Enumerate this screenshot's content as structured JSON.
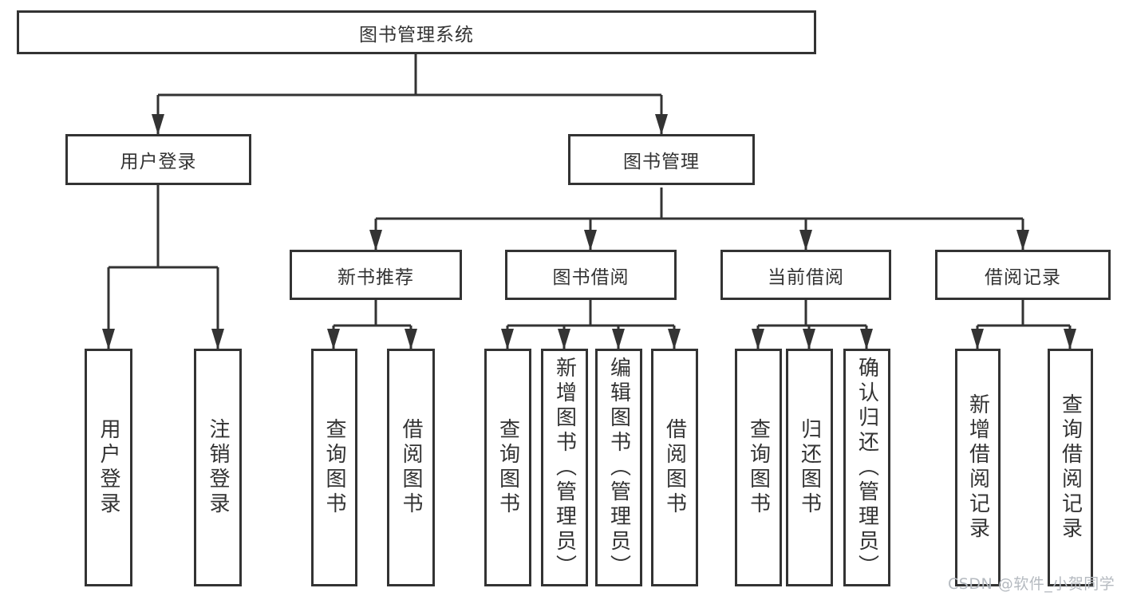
{
  "colors": {
    "line": "#333333",
    "box_border": "#333333",
    "box_background": "#ffffff",
    "text": "#333333",
    "watermark_text": "#b5bac0"
  },
  "diagram": {
    "type": "hierarchy-tree",
    "root": {
      "label": "图书管理系统",
      "children": [
        {
          "label": "用户登录",
          "children": [
            {
              "label": "用户登录"
            },
            {
              "label": "注销登录"
            }
          ]
        },
        {
          "label": "图书管理",
          "children": [
            {
              "label": "新书推荐",
              "children": [
                {
                  "label": "查询图书"
                },
                {
                  "label": "借阅图书"
                }
              ]
            },
            {
              "label": "图书借阅",
              "children": [
                {
                  "label": "查询图书"
                },
                {
                  "label": "新增图书（管理员）"
                },
                {
                  "label": "编辑图书（管理员）"
                },
                {
                  "label": "借阅图书"
                }
              ]
            },
            {
              "label": "当前借阅",
              "children": [
                {
                  "label": "查询图书"
                },
                {
                  "label": "归还图书"
                },
                {
                  "label": "确认归还（管理员）"
                }
              ]
            },
            {
              "label": "借阅记录",
              "children": [
                {
                  "label": "新增借阅记录"
                },
                {
                  "label": "查询借阅记录"
                }
              ]
            }
          ]
        }
      ]
    }
  },
  "watermark": {
    "text": "CSDN @软件_小贺同学"
  }
}
